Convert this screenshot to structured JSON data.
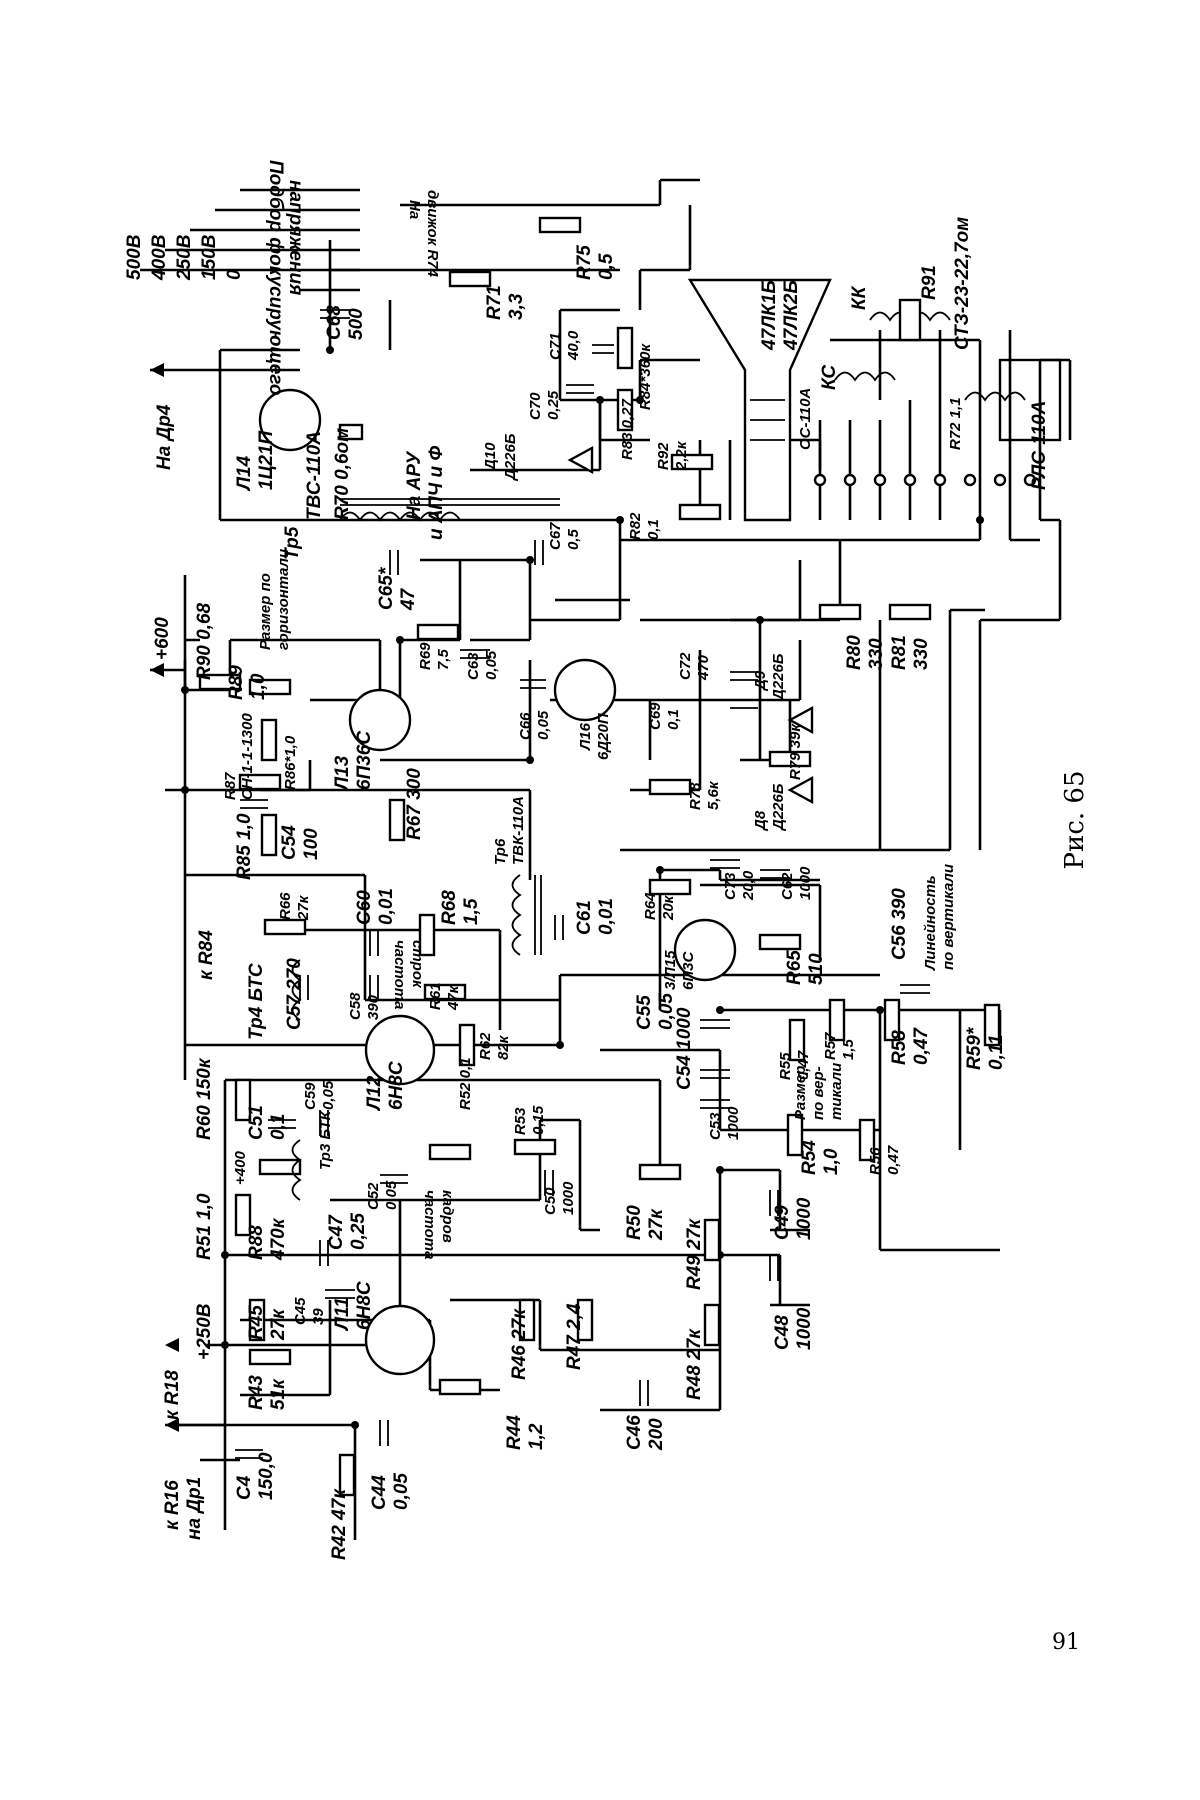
{
  "figure": {
    "caption": "Рис. 65",
    "page_number": "91"
  },
  "labels": {
    "v500": "500В",
    "v400": "400В",
    "v250a": "250В",
    "v150": "150В",
    "v0": "0",
    "focus1": "Подбор фокусирующего",
    "focus2": "напряжения",
    "na_dvizhok": "На",
    "na_dvizhok2": "движок R74",
    "r71": "R71",
    "r71v": "3,3",
    "r75": "R75",
    "r75v": "0,5",
    "c68": "C68",
    "c68v": "500",
    "na_dr4": "На Др4",
    "l14": "Л14",
    "l14t": "1Ц21П",
    "tp5_tvs": "ТВС-110А",
    "r70": "R70 0,6ом",
    "tp5": "Тр5",
    "na_aru": "На АРУ",
    "na_aru2": "и АПЧ и Ф",
    "d10": "Д10",
    "d10t": "Д226Б",
    "c70": "C70",
    "c70v": "0,25",
    "c71": "C71",
    "c71v": "40,0",
    "r84": "R84*360к",
    "r83": "R83 0,27",
    "r92": "R92",
    "r92v": "2,2к",
    "crt": "47ЛК1Б",
    "crt2": "47ЛК2Б",
    "os110": "ОС-110А",
    "ks": "КС",
    "kk": "КК",
    "r91": "R91",
    "st3": "СТЗ-23-22,7ом",
    "r72": "R72 1,1",
    "rls": "РЛС-110А",
    "r82": "R82",
    "r82v": "0,1",
    "c67": "C67",
    "c67v": "0,5",
    "c65": "C65*",
    "c65v": "47",
    "p600": "+600",
    "r90": "R90 0,68",
    "r89": "R89",
    "r89v": "1,0",
    "razmer_g": "Размер по",
    "razmer_g2": "горизонтали",
    "r87": "R87",
    "r87t": "СН-1-1-1300",
    "r86": "R86*1,0",
    "c54": "C54",
    "c54v": "100",
    "r85": "R85 1,0",
    "l13": "Л13",
    "l13t": "6П36С",
    "r69": "R69",
    "r69v": "7,5",
    "c63": "C63",
    "c63v": "0,05",
    "r67": "R67 300",
    "c66": "C66",
    "c66v": "0,05",
    "l16": "Л16",
    "l16t": "6Д20П",
    "c69": "C69",
    "c69v": "0,1",
    "c72": "C72",
    "c72v": "470",
    "d9": "Д9",
    "d9t": "Д226Б",
    "r79": "R79 39к",
    "r80": "R80",
    "r80v": "330",
    "r81": "R81",
    "r81v": "330",
    "r78": "R78",
    "r78v": "5,6к",
    "d8": "Д8",
    "d8t": "Д226Б",
    "tp6": "Тр6",
    "tvk": "ТВК-110А",
    "r66": "R66",
    "r66v": "27к",
    "c60": "C60",
    "c60v": "0,01",
    "r68": "R68",
    "r68v": "1,5",
    "c61": "C61",
    "c61v": "0,01",
    "r64": "R64",
    "r64v": "20к",
    "c73": "C73",
    "c73v": "20,0",
    "c62": "C62",
    "c62v": "1000",
    "l15": "3/Л15",
    "l15t": "6П3С",
    "r65": "R65",
    "r65v": "510",
    "k_r84": "к R84",
    "tp4": "Тр4 БТС",
    "c57": "C57 270",
    "c58": "C58",
    "c58v": "390",
    "chastota_str": "частота",
    "chastota_str2": "строк",
    "r61": "R61",
    "r61v": "47к",
    "r62": "R62",
    "r62v": "82к",
    "c55": "C55",
    "c55v": "0,05",
    "c54b": "C54 1000",
    "c56": "C56 390",
    "lineynost": "Линейность",
    "lineynost2": "по вертикали",
    "r55": "R55",
    "r55v": "0,47",
    "r57": "R57",
    "r57v": "1,5",
    "razmer_v": "Размер",
    "razmer_v2": "по вер-",
    "razmer_v3": "тикали",
    "r58": "R58",
    "r58v": "0,47",
    "r59": "R59*",
    "r59v": "0,11",
    "r60": "R60 150к",
    "c51": "C51",
    "c51v": "0,1",
    "c59": "C59",
    "c59v": "0,05",
    "l12": "Л12",
    "l12t": "6Н8С",
    "tp3": "Тр3 БТК",
    "c52": "C52",
    "c52v": "0,05",
    "r52": "R52 0,1",
    "r53": "R53",
    "r53v": "0,15",
    "chastota_k": "частота",
    "chastota_k2": "кадров",
    "c50": "C50",
    "c50v": "1000",
    "c53": "C53",
    "c53v": "1000",
    "r54": "R54",
    "r54v": "1,0",
    "r56": "R56",
    "r56v": "0,47",
    "p400": "+400",
    "r51": "R51 1,0",
    "r88": "R88",
    "r88v": "470к",
    "c47": "C47",
    "c47v": "0,25",
    "r50": "R50",
    "r50v": "27к",
    "c49": "C49",
    "c49v": "1000",
    "r49": "R49 27к",
    "p250": "+250В",
    "r45": "R45",
    "r45v": "27к",
    "c45": "C45",
    "c45v": "39",
    "l11": "Л11",
    "l11t": "6Н8С",
    "r46": "R46 27к",
    "r47": "R47 2,4",
    "c48": "C48",
    "c48v": "1000",
    "r48": "R48 27к",
    "k_r18": "к R18",
    "r43": "R43",
    "r43v": "51к",
    "c46": "C46",
    "c46v": "200",
    "r44": "R44",
    "r44v": "1,2",
    "k_r16": "к R16",
    "na_dr1": "на Др1",
    "c4": "C4",
    "c4v": "150,0",
    "c44": "C44",
    "c44v": "0,05",
    "r42": "R42 47к"
  }
}
